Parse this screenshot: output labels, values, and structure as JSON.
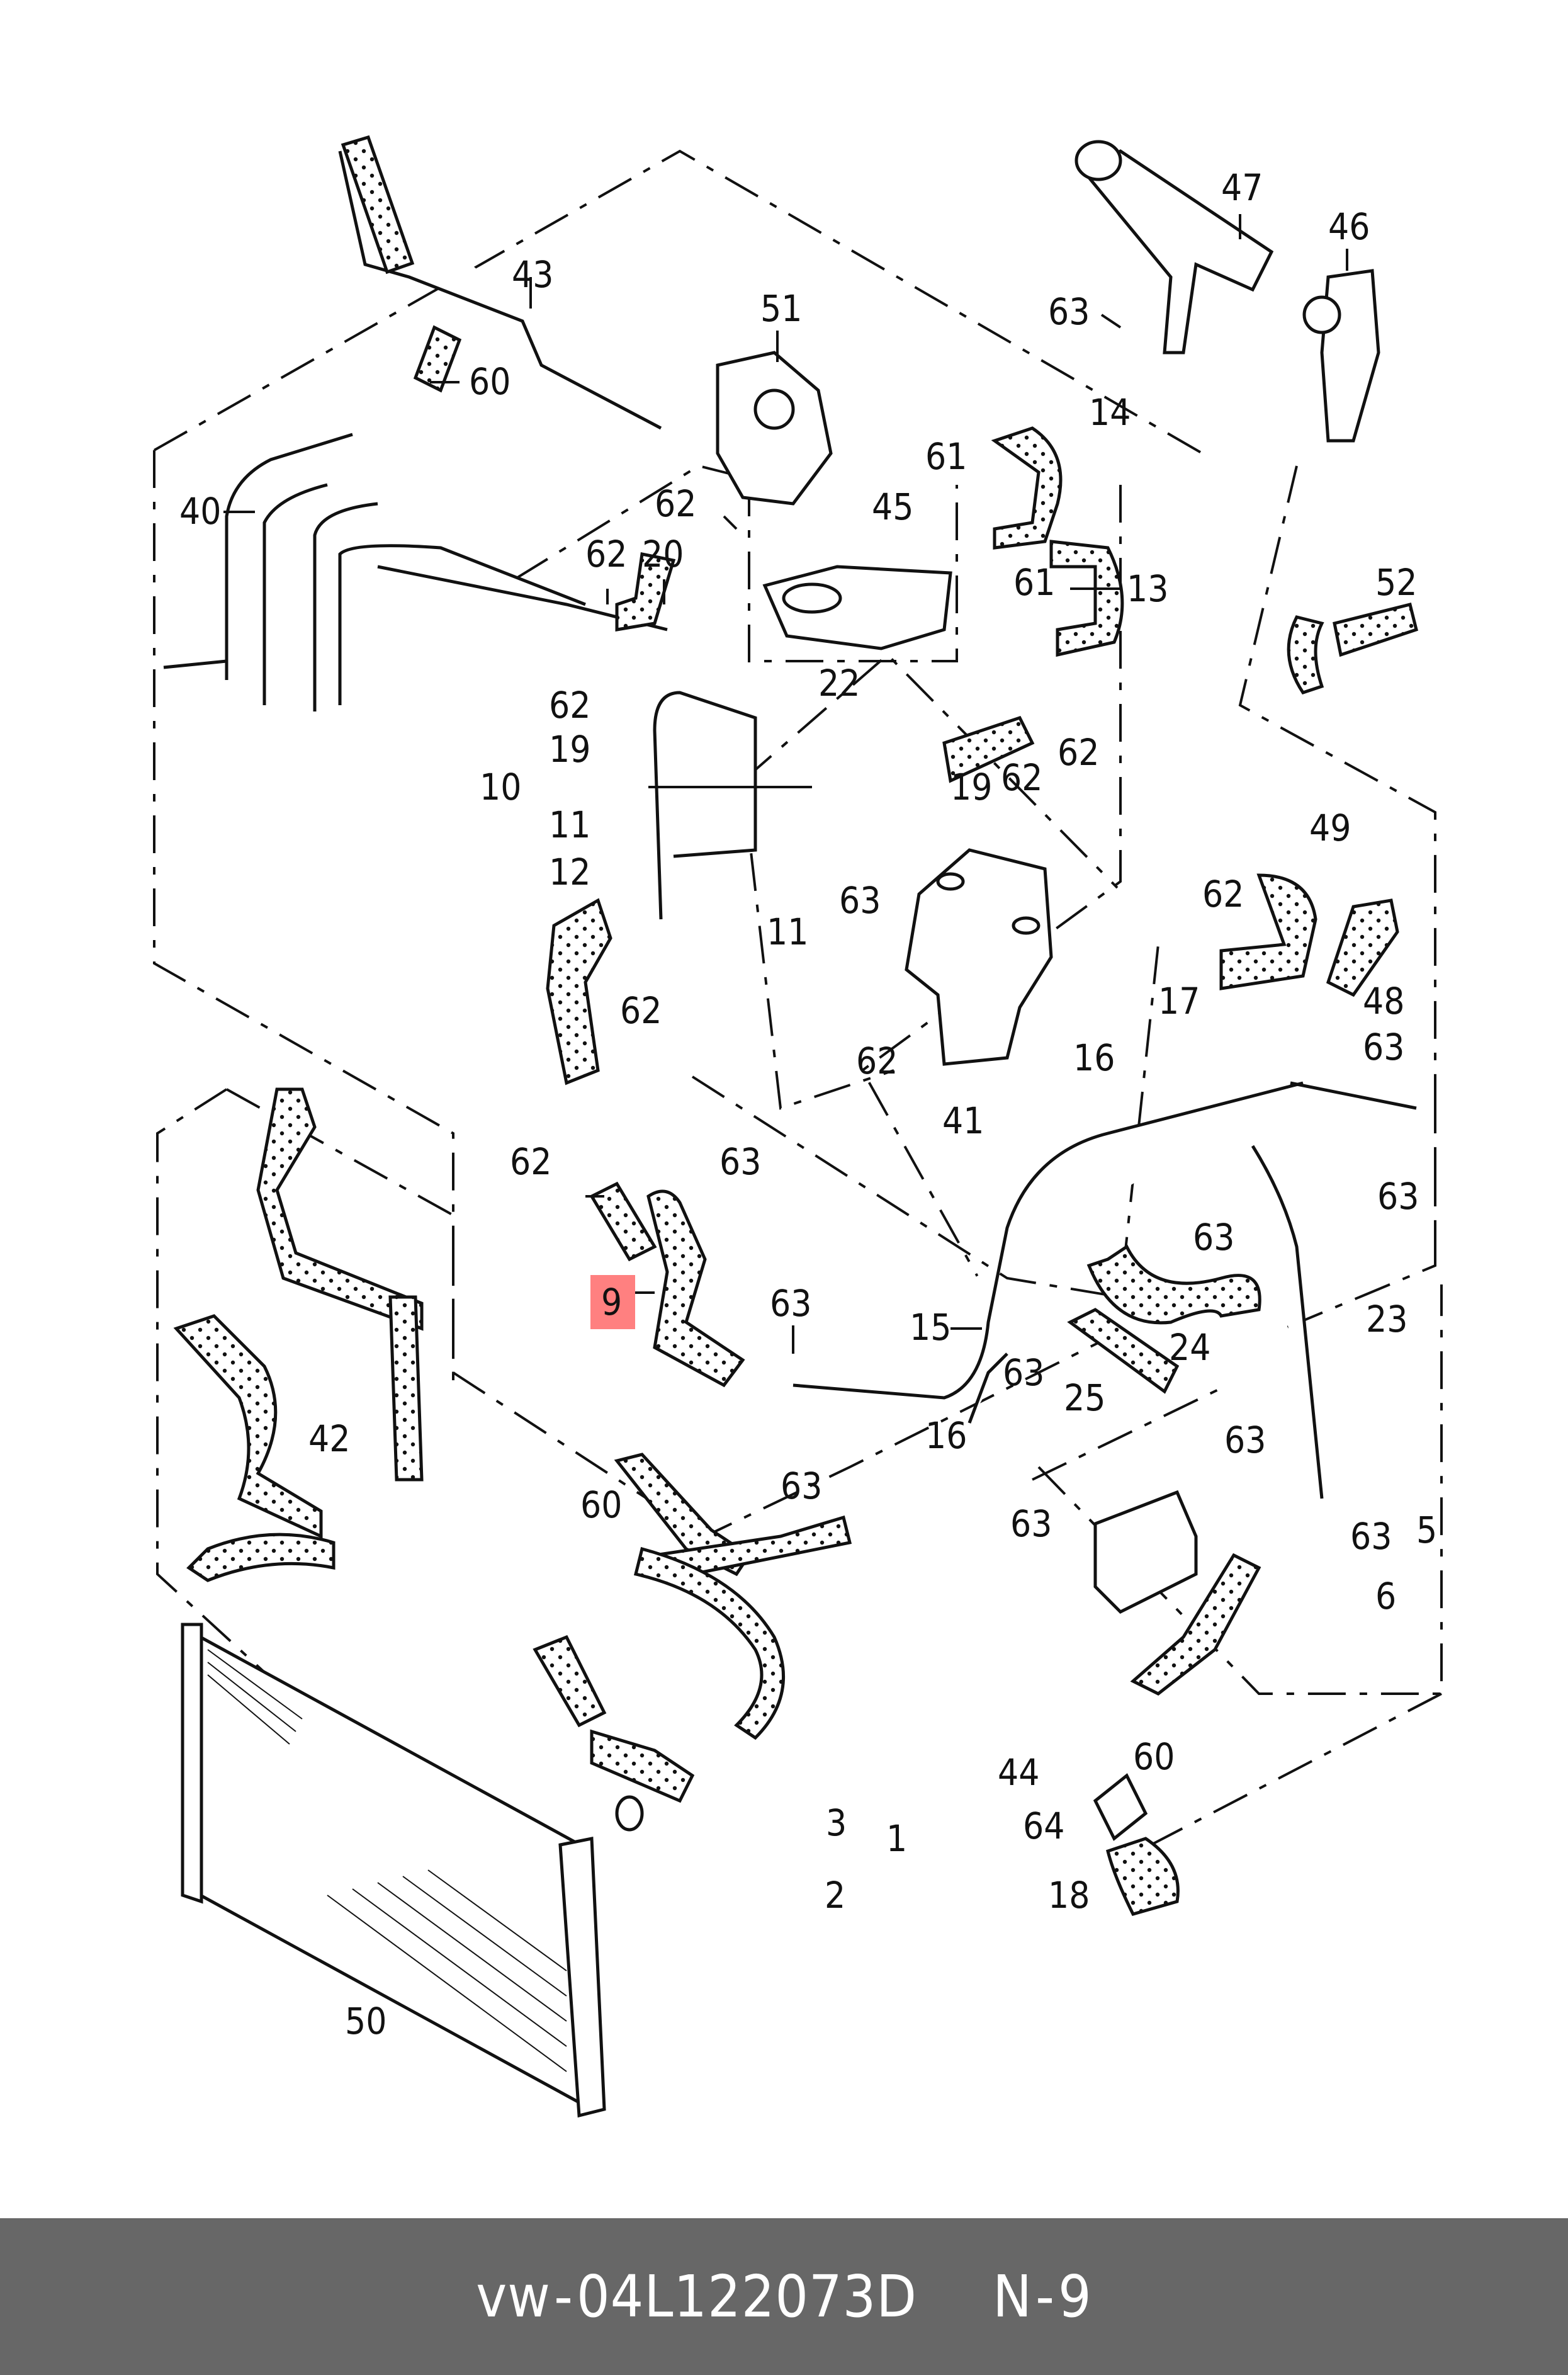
{
  "footer": {
    "brand": "vw",
    "separator": "-",
    "part_number": "04L122073D",
    "ref_prefix": "N",
    "ref_separator": "-",
    "ref_number": "9"
  },
  "highlight": {
    "callout": "9",
    "color": "#ff8080"
  },
  "callouts": [
    {
      "id": "c43",
      "label": "43"
    },
    {
      "id": "c60a",
      "label": "60"
    },
    {
      "id": "c51",
      "label": "51"
    },
    {
      "id": "c40",
      "label": "40"
    },
    {
      "id": "c62a",
      "label": "62"
    },
    {
      "id": "c62b",
      "label": "62"
    },
    {
      "id": "c20",
      "label": "20"
    },
    {
      "id": "c47",
      "label": "47"
    },
    {
      "id": "c46",
      "label": "46"
    },
    {
      "id": "c63a",
      "label": "63"
    },
    {
      "id": "c14",
      "label": "14"
    },
    {
      "id": "c61a",
      "label": "61"
    },
    {
      "id": "c45",
      "label": "45"
    },
    {
      "id": "c61b",
      "label": "61"
    },
    {
      "id": "c13",
      "label": "13"
    },
    {
      "id": "c52",
      "label": "52"
    },
    {
      "id": "c22",
      "label": "22"
    },
    {
      "id": "c62c",
      "label": "62"
    },
    {
      "id": "c19a",
      "label": "19"
    },
    {
      "id": "c10",
      "label": "10"
    },
    {
      "id": "c11a",
      "label": "11"
    },
    {
      "id": "c12",
      "label": "12"
    },
    {
      "id": "c62d",
      "label": "62"
    },
    {
      "id": "c62e",
      "label": "62"
    },
    {
      "id": "c19b",
      "label": "19"
    },
    {
      "id": "c62f",
      "label": "62"
    },
    {
      "id": "c63b",
      "label": "63"
    },
    {
      "id": "c11b",
      "label": "11"
    },
    {
      "id": "c62g",
      "label": "62"
    },
    {
      "id": "c41",
      "label": "41"
    },
    {
      "id": "c49",
      "label": "49"
    },
    {
      "id": "c62h",
      "label": "62"
    },
    {
      "id": "c48",
      "label": "48"
    },
    {
      "id": "c17",
      "label": "17"
    },
    {
      "id": "c63c",
      "label": "63"
    },
    {
      "id": "c16a",
      "label": "16"
    },
    {
      "id": "c62i",
      "label": "62"
    },
    {
      "id": "c63d",
      "label": "63"
    },
    {
      "id": "c63e",
      "label": "63"
    },
    {
      "id": "c63f",
      "label": "63"
    },
    {
      "id": "c9",
      "label": "9"
    },
    {
      "id": "c63g",
      "label": "63"
    },
    {
      "id": "c15",
      "label": "15"
    },
    {
      "id": "c63h",
      "label": "63"
    },
    {
      "id": "c24",
      "label": "24"
    },
    {
      "id": "c25",
      "label": "25"
    },
    {
      "id": "c23",
      "label": "23"
    },
    {
      "id": "c42",
      "label": "42"
    },
    {
      "id": "c16b",
      "label": "16"
    },
    {
      "id": "c63i",
      "label": "63"
    },
    {
      "id": "c60b",
      "label": "60"
    },
    {
      "id": "c63j",
      "label": "63"
    },
    {
      "id": "c63k",
      "label": "63"
    },
    {
      "id": "c63l",
      "label": "63"
    },
    {
      "id": "c5",
      "label": "5"
    },
    {
      "id": "c6",
      "label": "6"
    },
    {
      "id": "c60c",
      "label": "60"
    },
    {
      "id": "c44",
      "label": "44"
    },
    {
      "id": "c64",
      "label": "64"
    },
    {
      "id": "c18",
      "label": "18"
    },
    {
      "id": "c3",
      "label": "3"
    },
    {
      "id": "c1",
      "label": "1"
    },
    {
      "id": "c2",
      "label": "2"
    },
    {
      "id": "c50",
      "label": "50"
    }
  ]
}
